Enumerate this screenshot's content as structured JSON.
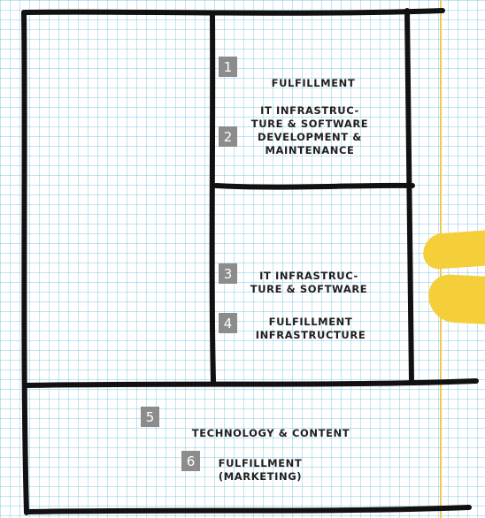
{
  "colors": {
    "grid_line": "#78c3e1",
    "pen_stroke": "#111111",
    "badge_fill": "#8c8c8c",
    "highlight": "#f5cf3a",
    "margin_line": "#f2c94c"
  },
  "items": [
    {
      "number": "1",
      "label": "FULFILLMENT"
    },
    {
      "number": "2",
      "label": "IT INFRASTRUC-\nTURE & SOFTWARE\nDEVELOPMENT &\nMAINTENANCE"
    },
    {
      "number": "3",
      "label": "IT INFRASTRUC-\nTURE & SOFTWARE"
    },
    {
      "number": "4",
      "label": "FULFILLMENT\nINFRASTRUCTURE"
    },
    {
      "number": "5",
      "label": "TECHNOLOGY & CONTENT"
    },
    {
      "number": "6",
      "label": "FULFILLMENT\n(MARKETING)"
    }
  ]
}
